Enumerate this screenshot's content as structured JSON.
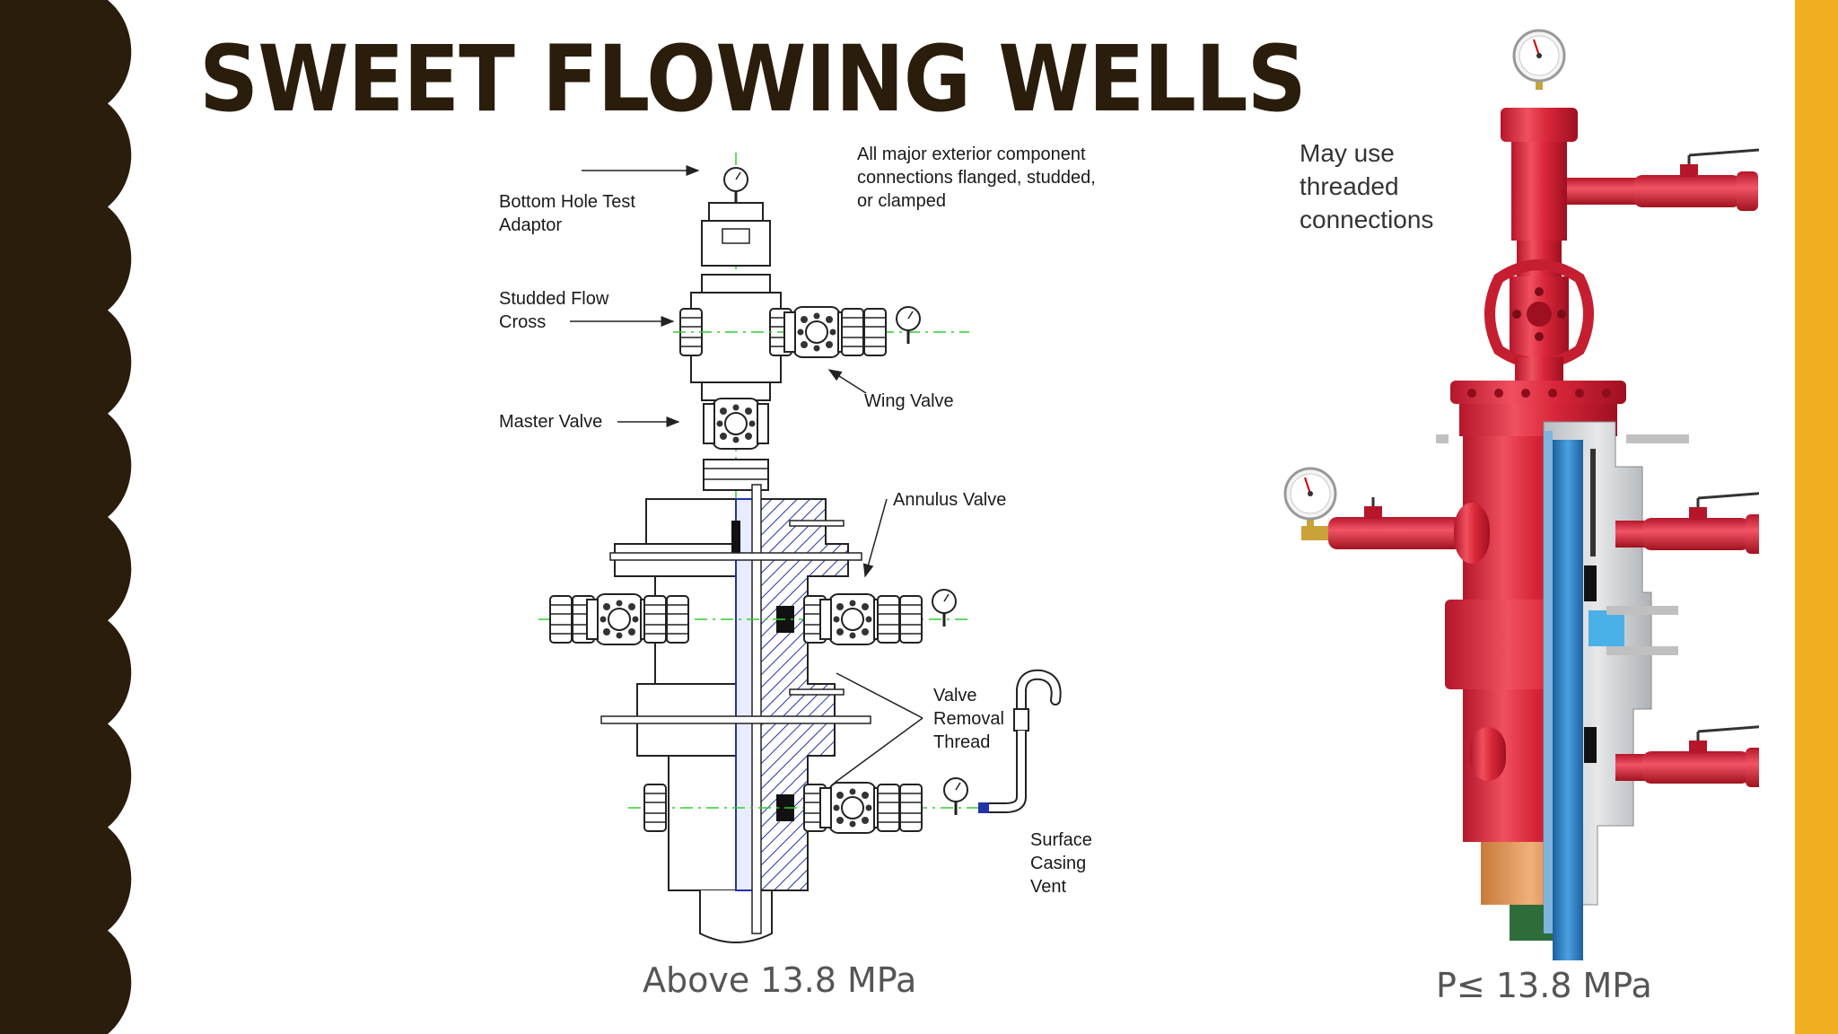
{
  "slide": {
    "title": "SWEET FLOWING WELLS",
    "colors": {
      "left_band": "#2a1d0b",
      "right_band": "#f3ad21",
      "title": "#2a1d0b",
      "wellhead_red": "#d9263a",
      "tubing_blue": "#2b7fc4"
    }
  },
  "left_figure": {
    "labels": {
      "bottom_hole_test_adaptor": "Bottom Hole Test\nAdaptor",
      "studded_flow_cross": "Studded Flow\nCross",
      "master_valve": "Master Valve",
      "connections_note": "All major exterior component\nconnections flanged, studded,\nor clamped",
      "wing_valve": "Wing Valve",
      "annulus_valve": "Annulus Valve",
      "valve_removal_thread": "Valve\nRemoval\nThread",
      "surface_casing_vent": "Surface\nCasing\nVent"
    },
    "caption": "Above 13.8 MPa"
  },
  "right_figure": {
    "note": "May use\nthreaded\nconnections",
    "caption": "P≤ 13.8 MPa"
  }
}
